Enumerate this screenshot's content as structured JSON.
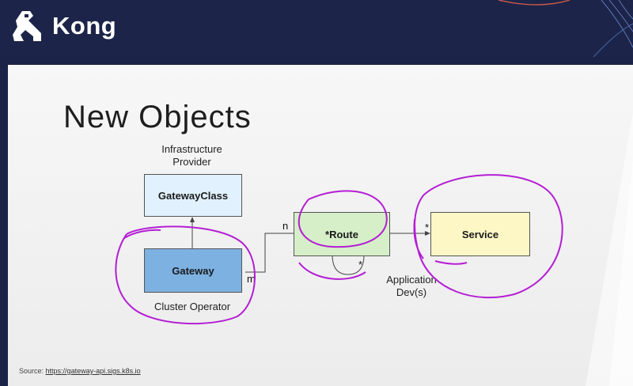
{
  "brand": {
    "name": "Kong",
    "logo_icon": "kong-gorilla-icon"
  },
  "slide": {
    "title": "New Objects",
    "source_prefix": "Source:",
    "source_link": "https://gateway-api.sigs.k8s.io"
  },
  "diagram": {
    "infra_label_line1": "Infrastructure",
    "infra_label_line2": "Provider",
    "gatewayclass": "GatewayClass",
    "gateway": "Gateway",
    "route": "*Route",
    "service": "Service",
    "cluster_operator": "Cluster Operator",
    "app_dev_line1": "Application",
    "app_dev_line2": "Dev(s)",
    "mult_m": "m",
    "mult_n": "n",
    "mult_star_service": "*",
    "mult_star_self": "*"
  },
  "colors": {
    "gatewayclass_fill": "#e1f1fd",
    "gateway_fill": "#7cb1e2",
    "route_fill": "#d6efc8",
    "service_fill": "#fdf7c6",
    "annotation": "#b41ed4"
  }
}
